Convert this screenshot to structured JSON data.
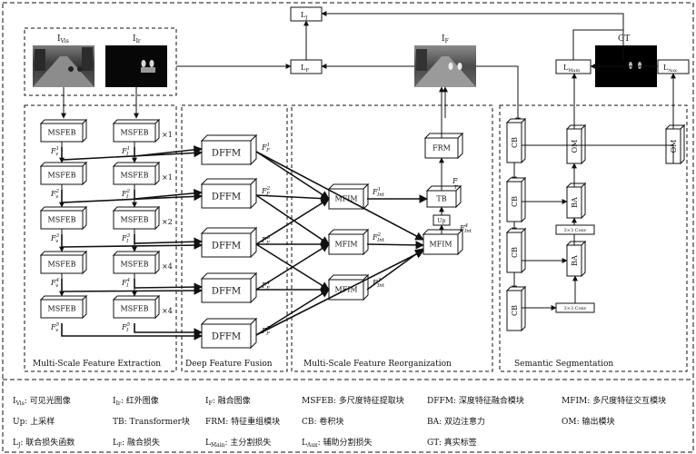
{
  "inputs": {
    "vis_label": "I",
    "vis_sub": "Vis",
    "ir_label": "I",
    "ir_sub": "Ir"
  },
  "fused_label": "I",
  "fused_sub": "F",
  "gt_label": "GT",
  "loss": {
    "lj": "L",
    "lj_sub": "J",
    "lf": "L",
    "lf_sub": "F",
    "lmain": "L",
    "lmain_sub": "Main",
    "laux": "L",
    "laux_sub": "Aux"
  },
  "msfeb": "MSFEB",
  "dffm": "DFFM",
  "mfim": "MFIM",
  "tb": "TB",
  "frm": "FRM",
  "up": "Up",
  "cb": "CB",
  "ba": "BA",
  "om": "OM",
  "conv": "3×3 Conv",
  "multipliers": [
    "×1",
    "×1",
    "×2",
    "×4",
    "×4"
  ],
  "sections": {
    "extraction": "Multi-Scale Feature Extraction",
    "fusion": "Deep Feature Fusion",
    "reorg": "Multi-Scale Feature Reorganization",
    "seg": "Semantic Segmentation"
  },
  "legend": [
    [
      {
        "k": "I",
        "s": "Vis",
        "d": ": 可见光图像"
      },
      {
        "k": "I",
        "s": "Ir",
        "d": ": 红外图像"
      },
      {
        "k": "I",
        "s": "F",
        "d": ": 融合图像"
      },
      {
        "k": "MSFEB",
        "s": "",
        "d": ": 多尺度特征提取块"
      },
      {
        "k": "DFFM",
        "s": "",
        "d": ": 深度特征融合模块"
      },
      {
        "k": "MFIM",
        "s": "",
        "d": ": 多尺度特征交互模块"
      }
    ],
    [
      {
        "k": "Up",
        "s": "",
        "d": ": 上采样"
      },
      {
        "k": "TB",
        "s": "",
        "d": ": Transformer块"
      },
      {
        "k": "FRM",
        "s": "",
        "d": ": 特征重组模块"
      },
      {
        "k": "CB",
        "s": "",
        "d": ": 卷积块"
      },
      {
        "k": "BA",
        "s": "",
        "d": ": 双边注意力"
      },
      {
        "k": "OM",
        "s": "",
        "d": ": 输出模块"
      }
    ],
    [
      {
        "k": "L",
        "s": "J",
        "d": ": 联合损失函数"
      },
      {
        "k": "L",
        "s": "F",
        "d": ": 融合损失"
      },
      {
        "k": "L",
        "s": "Main",
        "d": ": 主分割损失"
      },
      {
        "k": "L",
        "s": "Aux",
        "d": ": 辅助分割损失"
      },
      {
        "k": "GT",
        "s": "",
        "d": ": 真实标签"
      }
    ]
  ]
}
